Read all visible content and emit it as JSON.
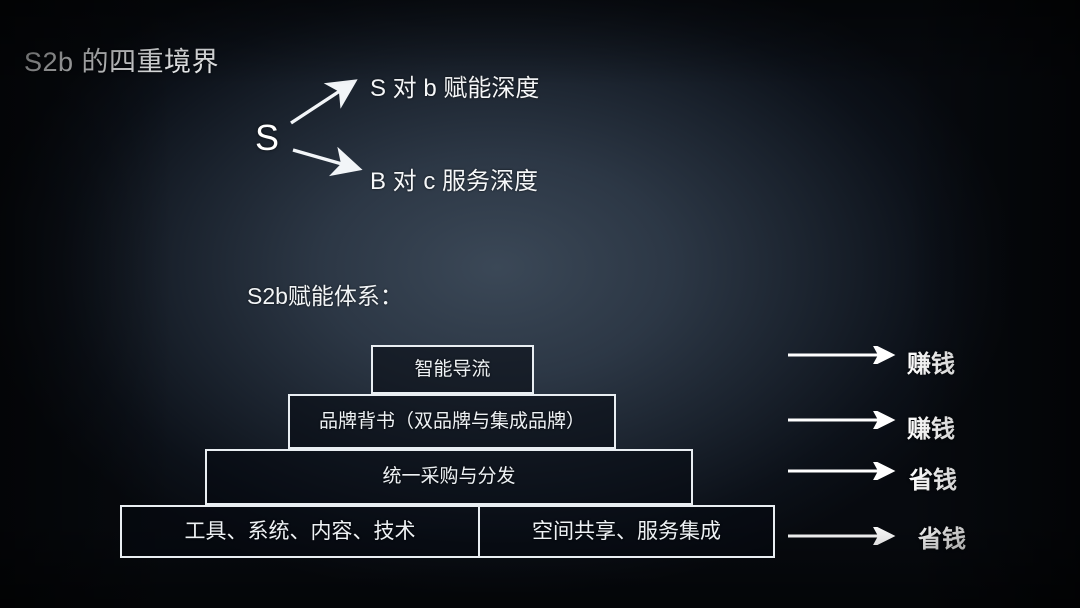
{
  "slide": {
    "title": "S2b 的四重境界",
    "background_color": "#1a222d",
    "accent_color": "#e9eef2"
  },
  "branch_diagram": {
    "root_label": "S",
    "branches": [
      {
        "label": "S 对 b  赋能深度",
        "icon": "arrow-up-right-icon"
      },
      {
        "label": "B 对 c  服务深度",
        "icon": "arrow-down-right-icon"
      }
    ]
  },
  "pyramid": {
    "heading": "S2b赋能体系：",
    "tiers": [
      {
        "level": 1,
        "cells": [
          {
            "text": "智能导流"
          }
        ]
      },
      {
        "level": 2,
        "cells": [
          {
            "text": "品牌背书（双品牌与集成品牌）"
          }
        ]
      },
      {
        "level": 3,
        "cells": [
          {
            "text": "统一采购与分发"
          }
        ]
      },
      {
        "level": 4,
        "cells": [
          {
            "text": "工具、系统、内容、技术"
          },
          {
            "text": "空间共享、服务集成"
          }
        ]
      }
    ]
  },
  "outcomes": [
    {
      "arrow_icon": "arrow-right-icon",
      "label": "赚钱"
    },
    {
      "arrow_icon": "arrow-right-icon",
      "label": "赚钱"
    },
    {
      "arrow_icon": "arrow-right-icon",
      "label": "省钱"
    },
    {
      "arrow_icon": "arrow-right-icon",
      "label": "省钱"
    }
  ]
}
